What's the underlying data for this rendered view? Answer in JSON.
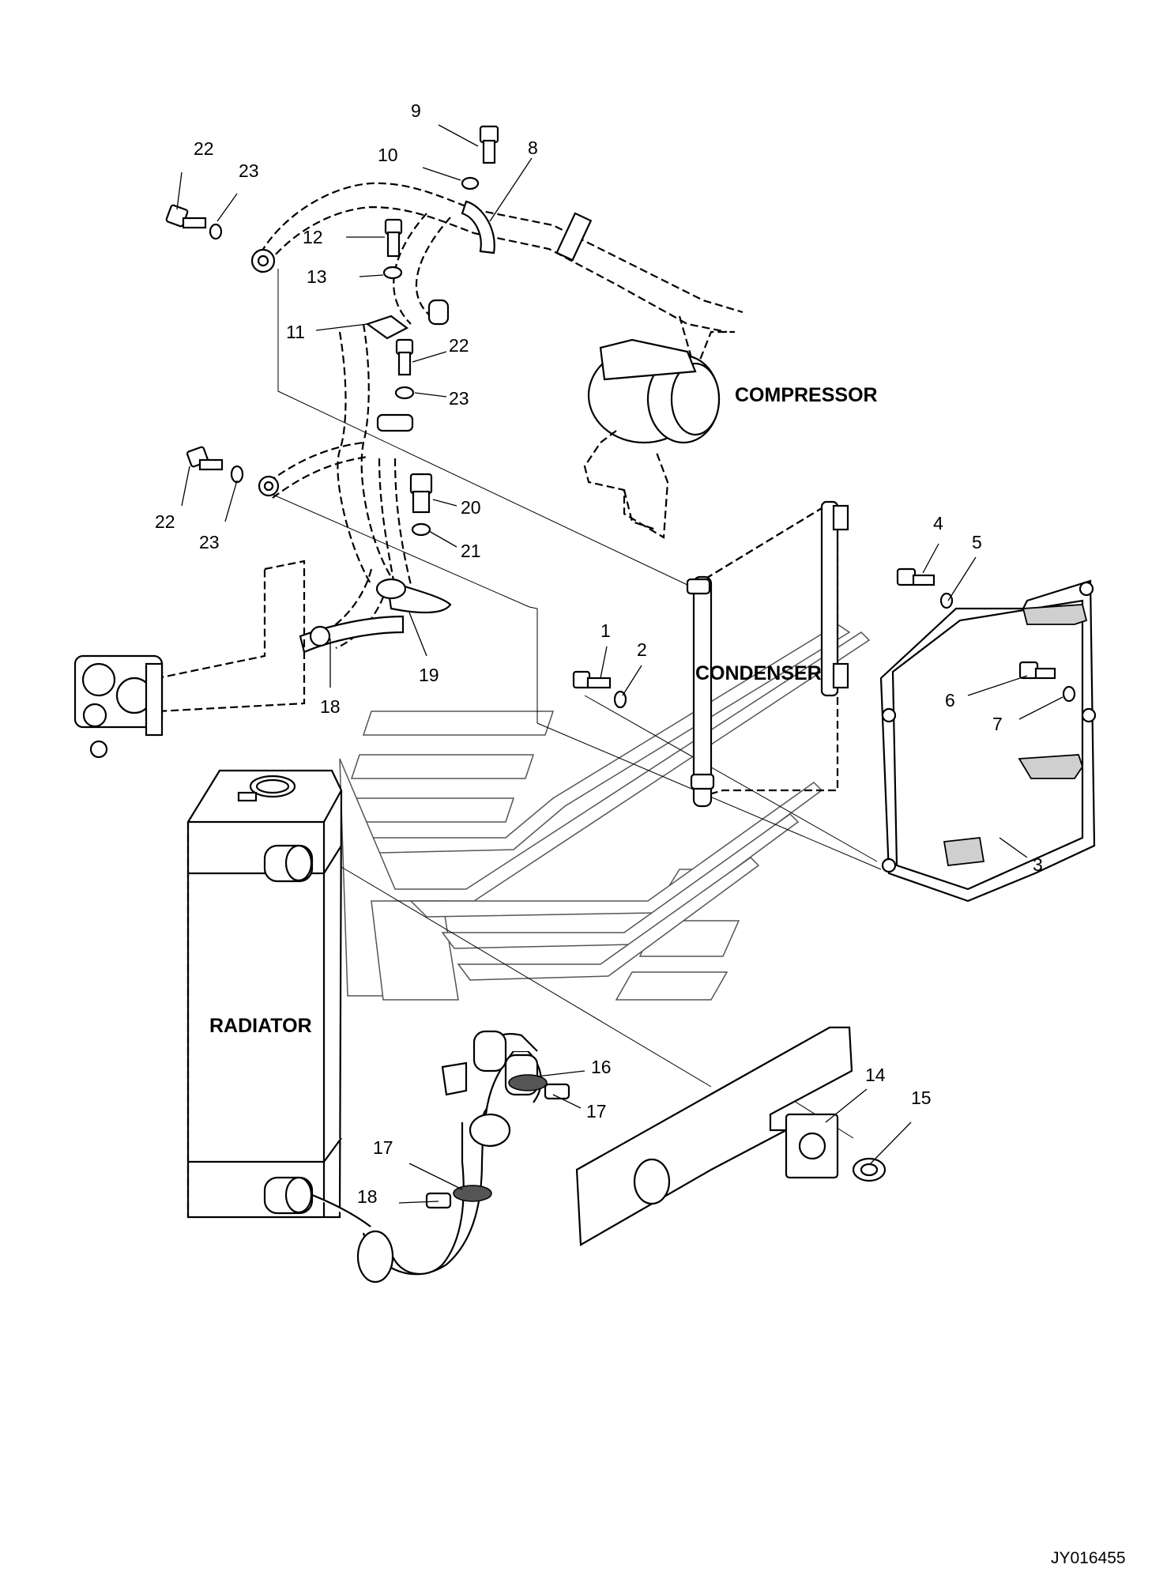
{
  "labels": {
    "compressor": "COMPRESSOR",
    "condenser": "CONDENSER",
    "radiator": "RADIATOR"
  },
  "reference": "JY016455",
  "callouts": {
    "c1": "1",
    "c2": "2",
    "c3": "3",
    "c4": "4",
    "c5": "5",
    "c6": "6",
    "c7": "7",
    "c8": "8",
    "c9": "9",
    "c10": "10",
    "c11": "11",
    "c12": "12",
    "c13": "13",
    "c14": "14",
    "c15": "15",
    "c16": "16",
    "c17a": "17",
    "c17b": "17",
    "c18a": "18",
    "c18b": "18",
    "c19": "19",
    "c20": "20",
    "c21": "21",
    "c22a": "22",
    "c22b": "22",
    "c22c": "22",
    "c23a": "23",
    "c23b": "23",
    "c23c": "23"
  }
}
